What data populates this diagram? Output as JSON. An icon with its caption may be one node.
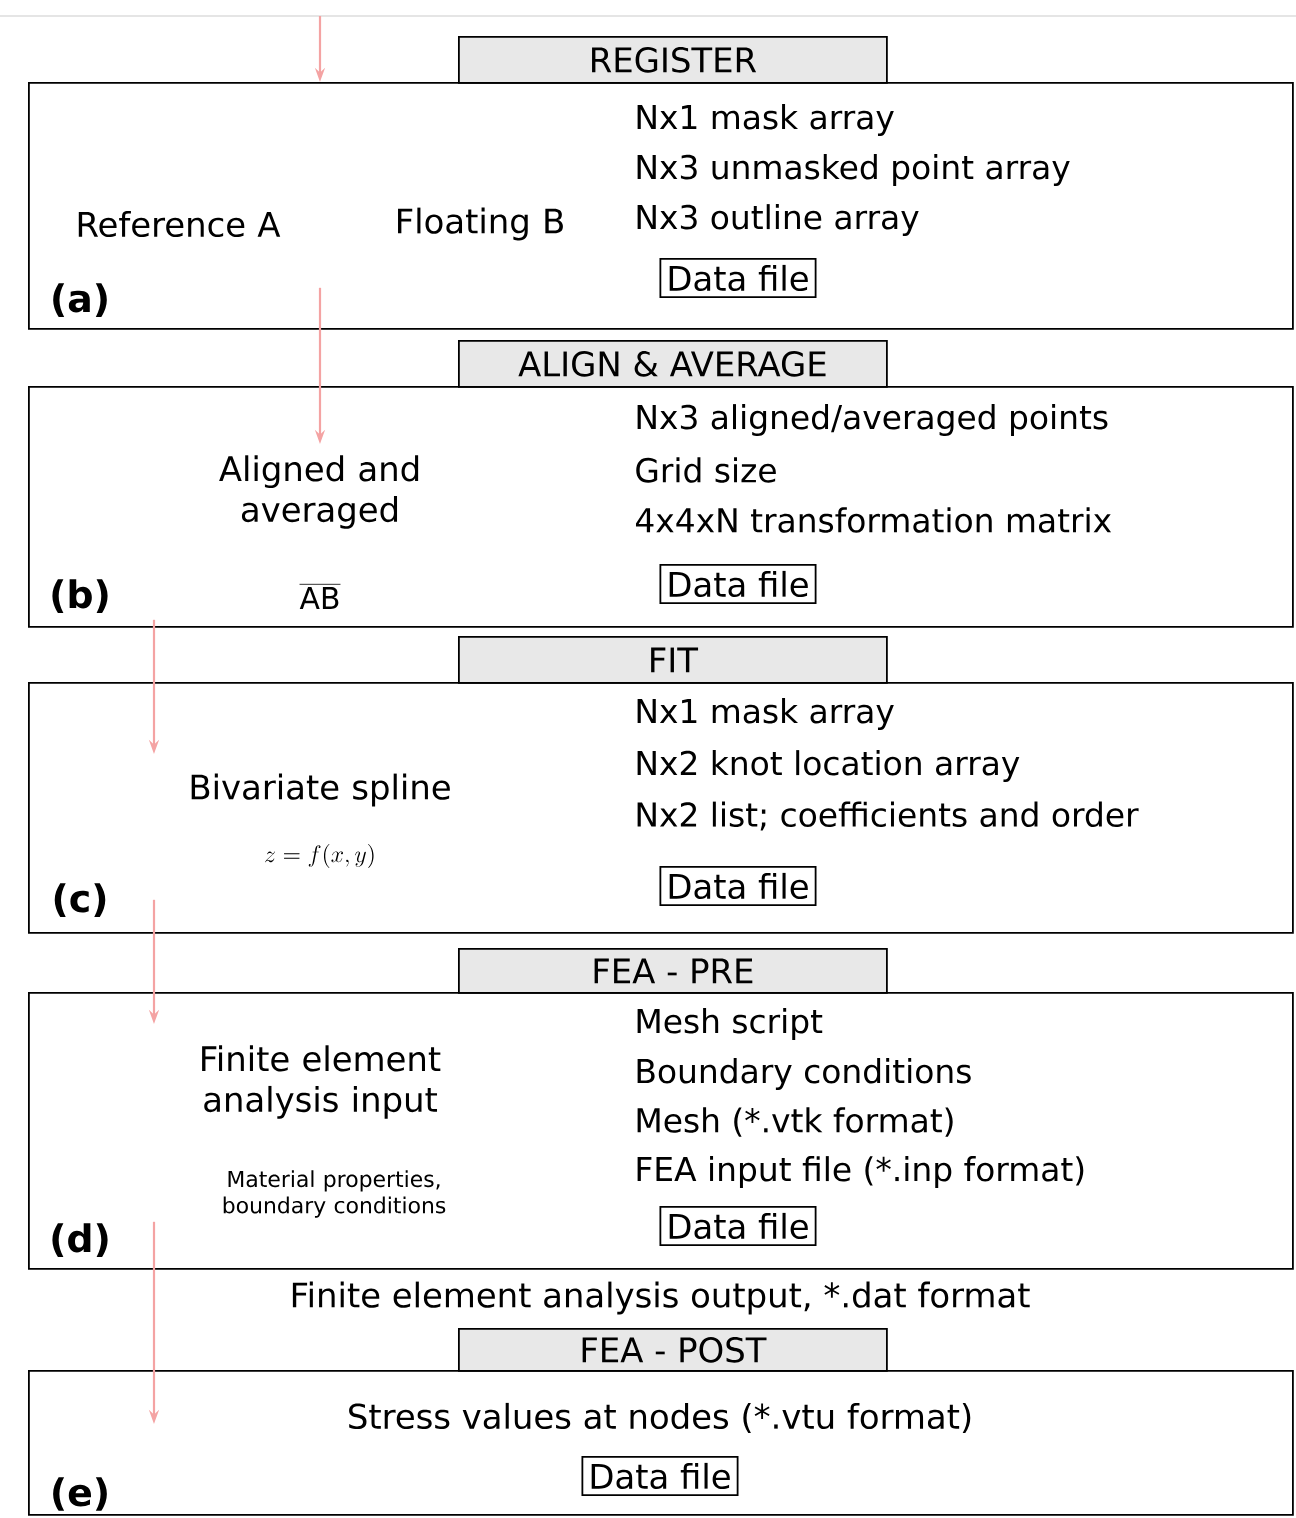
{
  "diagram": {
    "nodes": [
      {
        "text": [
          "REGISTER"
        ]
      },
      {
        "text": [
          "(a)",
          "Reference A",
          "Floating B",
          "Nx1 mask array",
          "Nx3 unmasked point array",
          "Nx3 outline array"
        ]
      },
      {
        "text": [
          "Data file"
        ],
        "in": 1
      },
      {
        "text": [
          "ALIGN & AVERAGE"
        ]
      },
      {
        "text": [
          "(b)",
          "Aligned and averaged",
          "AB",
          "Nx3 aligned/averaged points",
          "Grid size",
          "4x4xN transformation matrix"
        ]
      },
      {
        "text": [
          "Data file"
        ],
        "in": 4
      },
      {
        "text": [
          "FIT"
        ]
      },
      {
        "text": [
          "(c)",
          "Bivariate spline",
          "z = f(x, y)",
          "Nx1 mask array",
          "Nx2 knot location array",
          "Nx2 list; coefficients and order"
        ]
      },
      {
        "text": [
          "Data file"
        ],
        "in": 7
      },
      {
        "text": [
          "FEA - PRE"
        ]
      },
      {
        "text": [
          "(d)",
          "Finite element analysis input",
          "Material properties, boundary conditions",
          "Mesh script",
          "Boundary conditions",
          "Mesh (*.vtk format)",
          "FEA input file (*.inp format)"
        ]
      },
      {
        "text": [
          "Data file"
        ],
        "in": 10
      },
      {
        "text": [
          "FEA - POST"
        ]
      },
      {
        "text": [
          "(e)",
          "Stress values at nodes (*.vtu format)"
        ]
      },
      {
        "text": [
          "Data file"
        ],
        "in": 13
      }
    ],
    "edges": [
      {
        "from": null,
        "to": 1,
        "arrow": "to"
      },
      {
        "from": 1,
        "to": 4,
        "arrow": "to"
      },
      {
        "from": 4,
        "to": 7,
        "arrow": "to"
      },
      {
        "from": 7,
        "to": 10,
        "arrow": "to"
      },
      {
        "from": 10,
        "to": 13,
        "arrow": "to"
      }
    ],
    "labels": [
      "Finite element analysis output, *.dat format"
    ]
  }
}
